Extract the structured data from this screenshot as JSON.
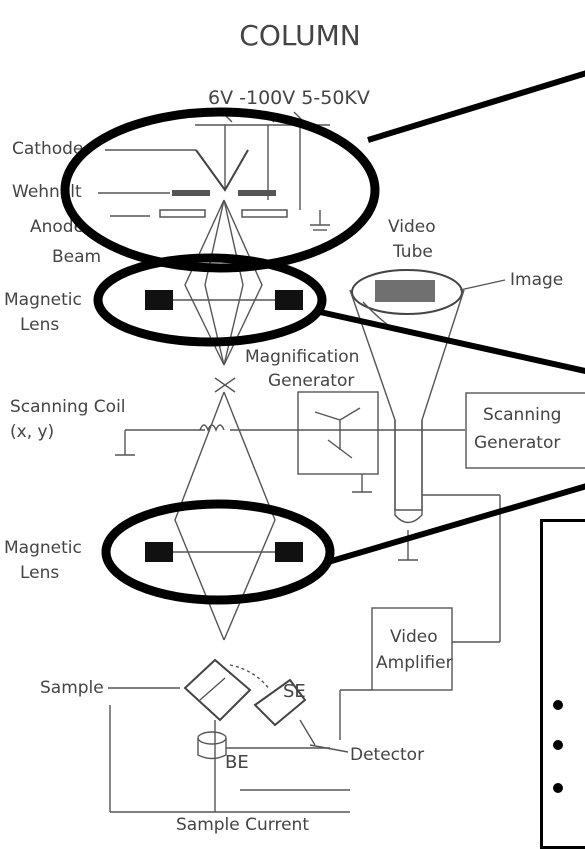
{
  "diagram": {
    "title": "COLUMN",
    "voltage": "6V -100V 5-50KV",
    "labels": {
      "cathode": "Cathode",
      "wehnelt": "Wehnelt",
      "anode": "Anode",
      "beam": "Beam",
      "magnetic_lens_upper_1": "Magnetic",
      "magnetic_lens_upper_2": "Lens",
      "scanning_coil_1": "Scanning Coil",
      "scanning_coil_2": "(x, y)",
      "magnetic_lens_lower_1": "Magnetic",
      "magnetic_lens_lower_2": "Lens",
      "sample": "Sample",
      "sample_current": "Sample Current",
      "se": "SE",
      "be": "BE",
      "detector": "Detector",
      "video_tube_1": "Video",
      "video_tube_2": "Tube",
      "image": "Image",
      "magnification_1": "Magnification",
      "magnification_2": "Generator",
      "scanning_gen_1": "Scanning",
      "scanning_gen_2": "Generator",
      "video_amp_1": "Video",
      "video_amp_2": "Amplifier"
    }
  },
  "textbox": {
    "bullets": [
      "",
      "",
      ""
    ]
  }
}
